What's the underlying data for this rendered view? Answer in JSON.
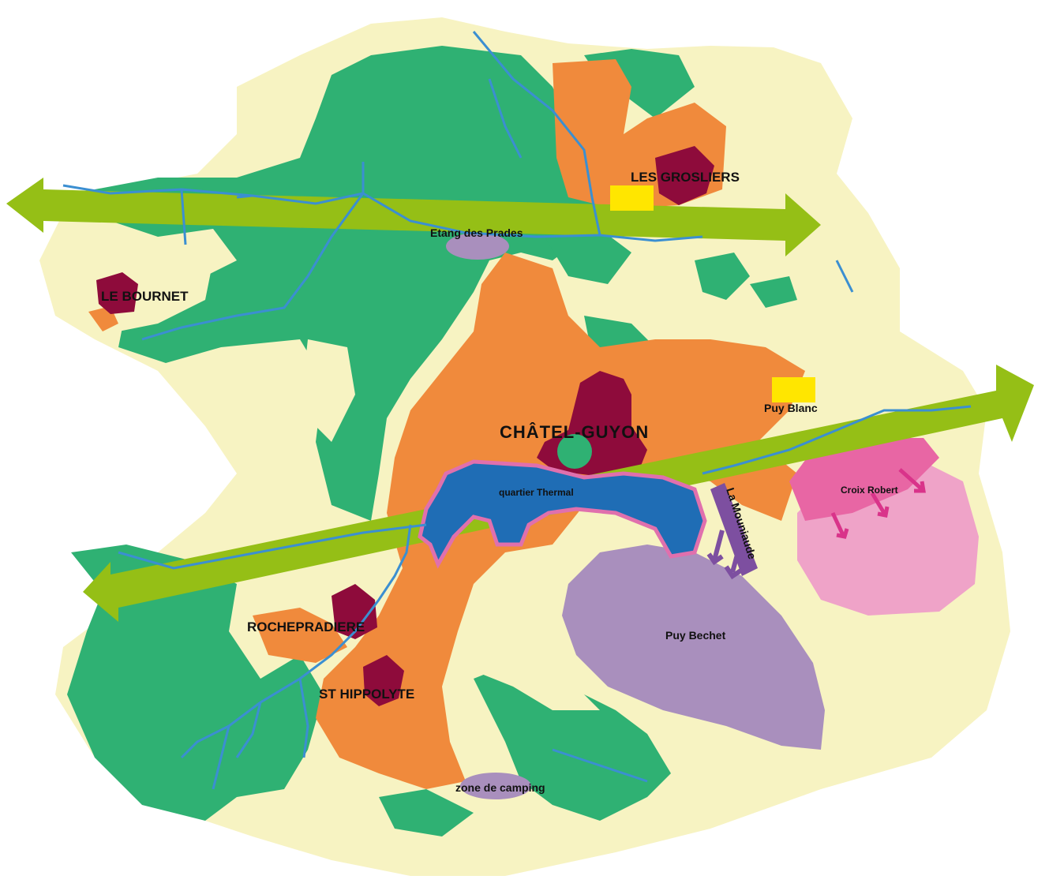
{
  "map": {
    "labels": {
      "les_grosliers": "LES GROSLIERS",
      "etang_des_prades": "Etang des Prades",
      "le_bournet": "LE BOURNET",
      "puy_blanc": "Puy Blanc",
      "chatel_guyon": "CHÂTEL-GUYON",
      "quartier_thermal": "quartier Thermal",
      "croix_robert": "Croix Robert",
      "la_mouniaude": "La Mouniaude",
      "puy_bechet": "Puy Bechet",
      "rochepradiere": "ROCHEPRADIERE",
      "st_hippolyte": "ST HIPPOLYTE",
      "zone_de_camping": "zone de camping"
    },
    "colors": {
      "territory": "#f7f3c2",
      "forest": "#2fb173",
      "urban": "#f08a3c",
      "village_core": "#8e0b3b",
      "thermal": "#1f6db5",
      "thermal_outline": "#e070ad",
      "lavender": "#a98fbd",
      "pink_dark": "#e866a4",
      "pink_light": "#efa3c8",
      "arrow": "#95bf16",
      "river": "#3b8fd1",
      "yellow": "#ffe600",
      "purple_arrow": "#7d4fa0"
    }
  }
}
